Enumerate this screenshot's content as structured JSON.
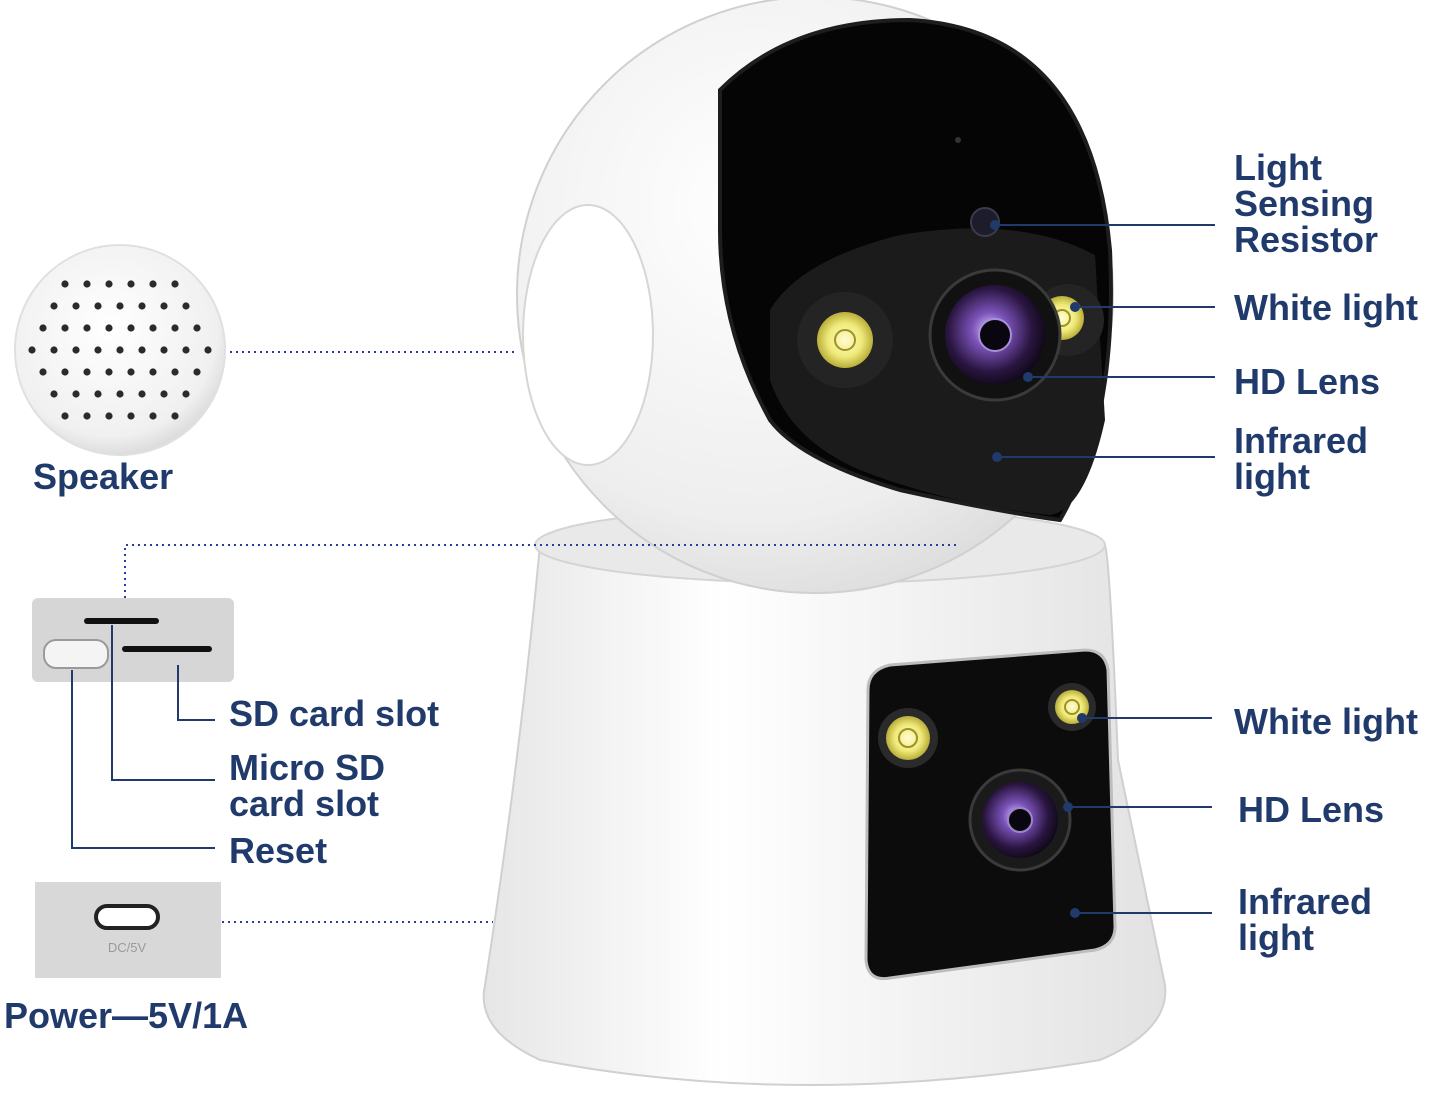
{
  "labels": {
    "light_sensing_resistor": [
      "Light",
      "Sensing",
      "Resistor"
    ],
    "white_light_top": "White light",
    "hd_lens_top": "HD Lens",
    "infrared_light_top": [
      "Infrared",
      "light"
    ],
    "white_light_bottom": "White light",
    "hd_lens_bottom": "HD Lens",
    "infrared_light_bottom": [
      "Infrared",
      "light"
    ],
    "speaker": "Speaker",
    "sd_card_slot": "SD card slot",
    "micro_sd_card_slot": [
      "Micro SD",
      "card slot"
    ],
    "reset": "Reset",
    "power": "Power—5V/1A"
  },
  "port_marking": "DC/5V",
  "colors": {
    "label": "#1f3a6b",
    "leader": "#1f3a6b",
    "camera_body": "#f2f2f2",
    "lens_panel": "#0c0c0c",
    "white_led": "#f0ea7a"
  }
}
